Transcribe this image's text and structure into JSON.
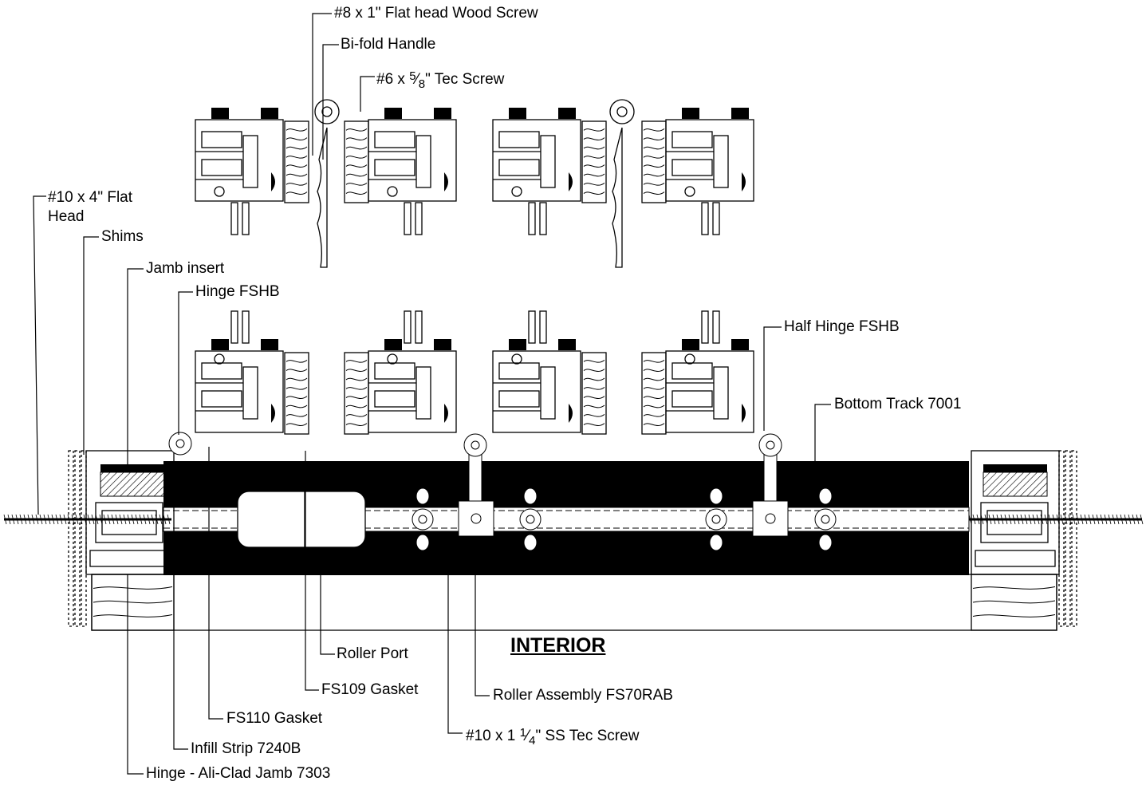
{
  "title": "INTERIOR",
  "labels": {
    "wood_screw": "#8 x 1\" Flat head Wood Screw",
    "bifold_handle": "Bi-fold Handle",
    "tec_screw_a": "#6 x ",
    "tec_screw_num": "5",
    "tec_screw_den": "8",
    "tec_screw_b": "\" Tec Screw",
    "flat_head_line1": "#10 x 4\" Flat",
    "flat_head_line2": "Head",
    "shims": "Shims",
    "jamb_insert": "Jamb insert",
    "hinge_fshb": "Hinge FSHB",
    "half_hinge_fshb": "Half Hinge FSHB",
    "bottom_track": "Bottom Track 7001",
    "roller_port": "Roller Port",
    "fs109_gasket": "FS109 Gasket",
    "fs110_gasket": "FS110 Gasket",
    "infill_strip": "Infill Strip 7240B",
    "hinge_jamb": "Hinge - Ali-Clad Jamb 7303",
    "roller_assembly": "Roller Assembly FS70RAB",
    "ss_tec_screw_a": "#10 x 1 ",
    "ss_tec_screw_num": "1",
    "ss_tec_screw_den": "4",
    "ss_tec_screw_b": "\" SS Tec Screw"
  }
}
